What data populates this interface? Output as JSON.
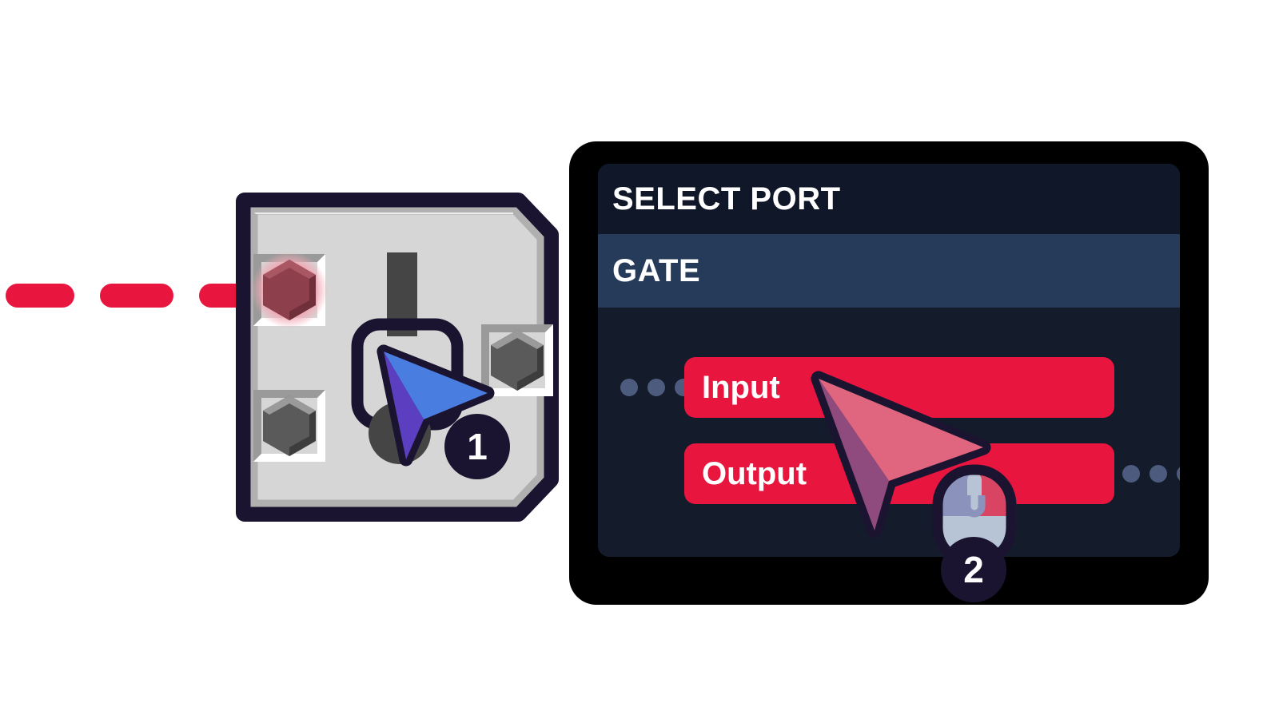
{
  "scene": {
    "title": "Select Port context menu interaction",
    "background_color": "#ffffff"
  },
  "cable": {
    "name": "patch-cable",
    "color": "#e8153f",
    "style": "dashed",
    "segment_count": 3
  },
  "module": {
    "name": "hardware-module",
    "body_color": "#d6d6d6",
    "outline_color": "#1b1430",
    "ports": [
      {
        "id": "port-top-left",
        "label": "",
        "state": "active",
        "color": "#8e3f4c",
        "glow_color": "#f0a8b4"
      },
      {
        "id": "port-bottom-left",
        "label": "",
        "state": "idle",
        "color": "#5a5a5a"
      },
      {
        "id": "port-right",
        "label": "",
        "state": "idle",
        "color": "#5a5a5a"
      }
    ],
    "control": {
      "name": "selected-control",
      "selection_outline_color": "#1b1430",
      "slider_color": "#454545",
      "knob_color": "#454545"
    }
  },
  "panel": {
    "name": "select-port-panel",
    "frame_color": "#000000",
    "surface_color": "#141c2b",
    "header": {
      "title": "SELECT PORT",
      "background": "#101729"
    },
    "section": {
      "title": "GATE",
      "background": "#263b5a"
    },
    "options": [
      {
        "label": "Input",
        "color": "#e8153f",
        "text_color": "#ffffff"
      },
      {
        "label": "Output",
        "color": "#e8153f",
        "text_color": "#ffffff"
      }
    ],
    "ellipsis": {
      "dot_color": "#4d5c7e",
      "dot_count": 3
    }
  },
  "cursors": [
    {
      "id": "cursor-1",
      "badge": "1",
      "fill_light": "#4a7de0",
      "fill_dark": "#5b3fc0",
      "outline": "#1b1430",
      "target": "selected-control"
    },
    {
      "id": "cursor-2",
      "badge": "2",
      "fill_light": "#e0657f",
      "fill_dark": "#8f4a7e",
      "outline": "#1b1430",
      "target": "Input"
    }
  ],
  "mouse": {
    "name": "mouse-right-click-icon",
    "body_color": "#b6c4d6",
    "left_button_color": "#8b93bc",
    "right_button_color": "#d94462",
    "wheel_color": "#b6c4d6",
    "outline_color": "#1b1430",
    "highlighted_button": "right"
  },
  "badges": {
    "step_one": "1",
    "step_two": "2",
    "background": "#1b1430",
    "text_color": "#ffffff"
  }
}
